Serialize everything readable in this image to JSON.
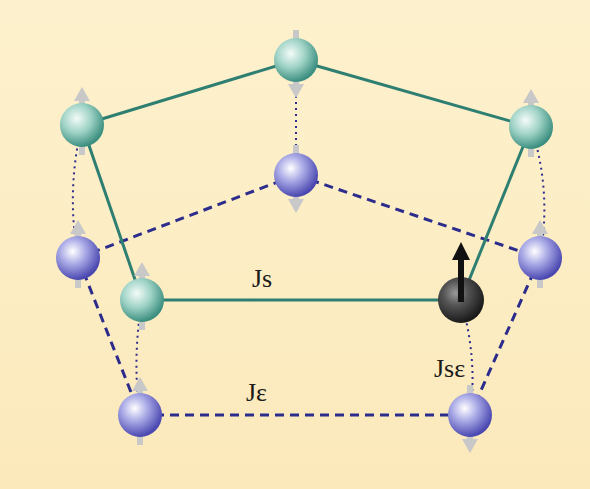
{
  "diagram": {
    "labels": [
      "Js",
      "Jsε",
      "Jε"
    ]
  }
}
